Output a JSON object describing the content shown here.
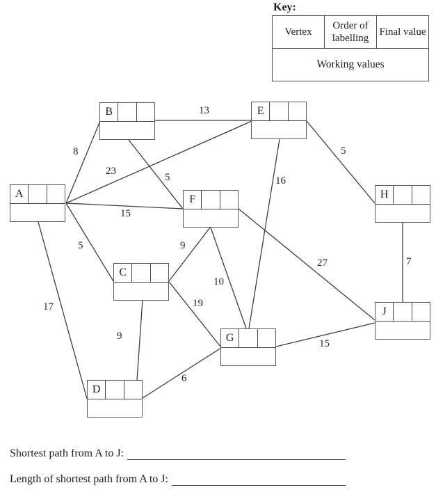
{
  "key": {
    "title": "Key:",
    "header": [
      "Vertex",
      "Order of labelling",
      "Final value"
    ],
    "working": "Working values"
  },
  "graph": {
    "vertices": [
      {
        "id": "A",
        "label": "A"
      },
      {
        "id": "B",
        "label": "B"
      },
      {
        "id": "C",
        "label": "C"
      },
      {
        "id": "D",
        "label": "D"
      },
      {
        "id": "E",
        "label": "E"
      },
      {
        "id": "F",
        "label": "F"
      },
      {
        "id": "G",
        "label": "G"
      },
      {
        "id": "H",
        "label": "H"
      },
      {
        "id": "J",
        "label": "J"
      }
    ],
    "edges": [
      {
        "from": "A",
        "to": "B",
        "weight": "8"
      },
      {
        "from": "A",
        "to": "E",
        "weight": "23"
      },
      {
        "from": "A",
        "to": "F",
        "weight": "15"
      },
      {
        "from": "A",
        "to": "C",
        "weight": "5"
      },
      {
        "from": "A",
        "to": "D",
        "weight": "17"
      },
      {
        "from": "B",
        "to": "E",
        "weight": "13"
      },
      {
        "from": "B",
        "to": "F",
        "weight": "5"
      },
      {
        "from": "E",
        "to": "G",
        "weight": "16"
      },
      {
        "from": "E",
        "to": "H",
        "weight": "5"
      },
      {
        "from": "C",
        "to": "F",
        "weight": "9"
      },
      {
        "from": "F",
        "to": "G",
        "weight": "10"
      },
      {
        "from": "F",
        "to": "J",
        "weight": "27"
      },
      {
        "from": "C",
        "to": "G",
        "weight": "19"
      },
      {
        "from": "C",
        "to": "D",
        "weight": "9"
      },
      {
        "from": "D",
        "to": "G",
        "weight": "6"
      },
      {
        "from": "G",
        "to": "J",
        "weight": "15"
      },
      {
        "from": "H",
        "to": "J",
        "weight": "7"
      }
    ]
  },
  "questions": {
    "path_label": "Shortest path from A to J:",
    "length_label": "Length of shortest path from A to J:"
  },
  "colors": {
    "ink": "#1d1d1d",
    "line": "#3e3e3e",
    "box_border": "#5a5a5a"
  }
}
